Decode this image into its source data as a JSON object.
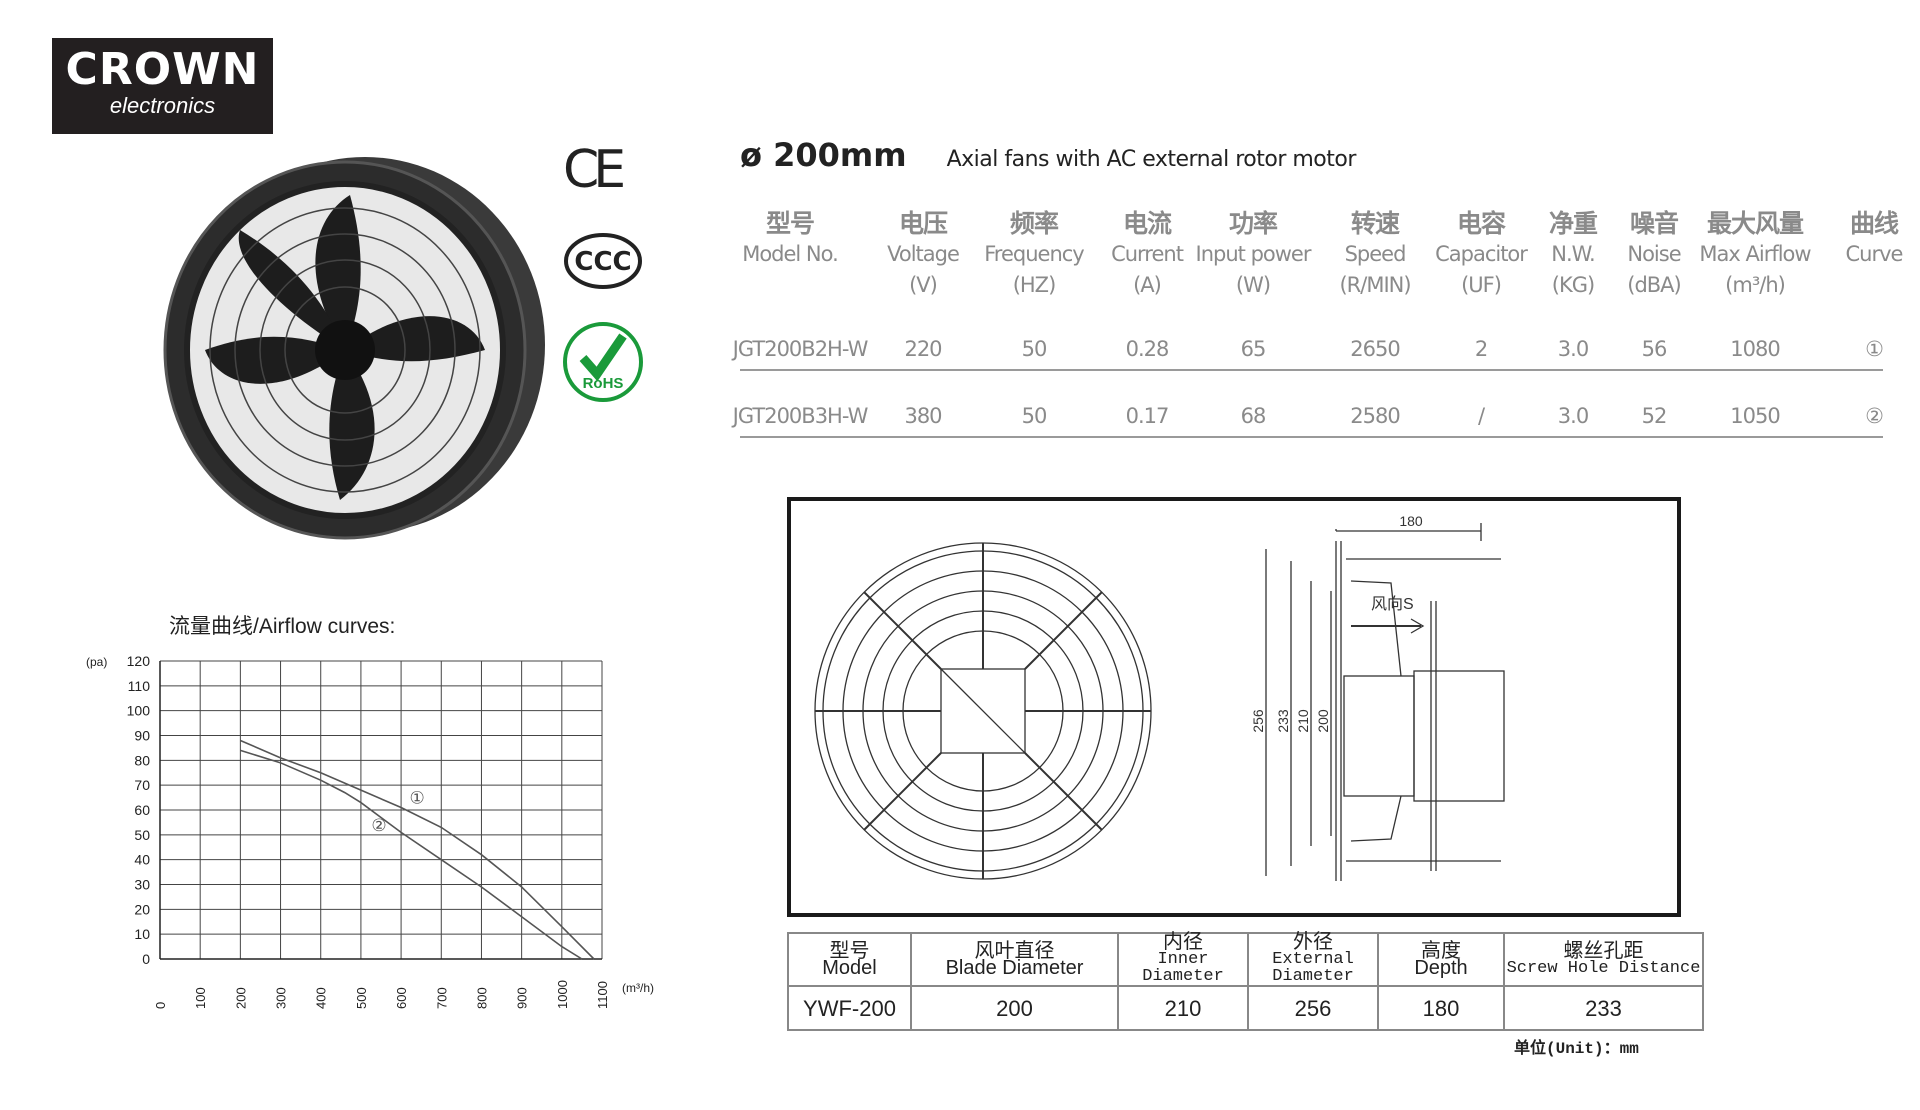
{
  "logo": {
    "brand": "CROWN",
    "sub": "electronics"
  },
  "certifications": [
    "CE",
    "CCC",
    "RoHS"
  ],
  "header": {
    "diameter": "ø 200mm",
    "description": "Axial fans with AC external rotor motor"
  },
  "spec_table": {
    "columns": [
      {
        "cn": "型号",
        "en": "Model No.",
        "unit": ""
      },
      {
        "cn": "电压",
        "en": "Voltage",
        "unit": "(V)"
      },
      {
        "cn": "频率",
        "en": "Frequency",
        "unit": "(HZ)"
      },
      {
        "cn": "电流",
        "en": "Current",
        "unit": "(A)"
      },
      {
        "cn": "功率",
        "en": "Input power",
        "unit": "(W)"
      },
      {
        "cn": "转速",
        "en": "Speed",
        "unit": "(R/MIN)"
      },
      {
        "cn": "电容",
        "en": "Capacitor",
        "unit": "(UF)"
      },
      {
        "cn": "净重",
        "en": "N.W.",
        "unit": "(KG)"
      },
      {
        "cn": "噪音",
        "en": "Noise",
        "unit": "(dBA)"
      },
      {
        "cn": "最大风量",
        "en": "Max Airflow",
        "unit": "(m³/h)"
      },
      {
        "cn": "曲线",
        "en": "Curve",
        "unit": ""
      }
    ],
    "rows": [
      [
        "JGT200B2H-W",
        "220",
        "50",
        "0.28",
        "65",
        "2650",
        "2",
        "3.0",
        "56",
        "1080",
        "①"
      ],
      [
        "JGT200B3H-W",
        "380",
        "50",
        "0.17",
        "68",
        "2580",
        "/",
        "3.0",
        "52",
        "1050",
        "②"
      ]
    ]
  },
  "chart_data": {
    "type": "line",
    "title": "流量曲线/Airflow curves:",
    "xlabel": "(m³/h)",
    "ylabel": "(pa)",
    "xlim": [
      0,
      1100
    ],
    "ylim": [
      0,
      120
    ],
    "xticks": [
      "0",
      "100",
      "200",
      "300",
      "400",
      "500",
      "600",
      "700",
      "800",
      "900",
      "1000",
      "1100"
    ],
    "yticks": [
      "0",
      "10",
      "20",
      "30",
      "40",
      "50",
      "60",
      "70",
      "80",
      "90",
      "100",
      "110",
      "120"
    ],
    "grid": true,
    "series": [
      {
        "name": "①",
        "x": [
          200,
          300,
          400,
          500,
          600,
          700,
          800,
          900,
          1000,
          1080
        ],
        "y": [
          88,
          81,
          75,
          68,
          61,
          53,
          42,
          29,
          13,
          0
        ],
        "label_at": [
          640,
          65
        ]
      },
      {
        "name": "②",
        "x": [
          200,
          300,
          400,
          460,
          500,
          600,
          700,
          800,
          900,
          1000,
          1050
        ],
        "y": [
          84,
          79,
          72,
          67,
          63,
          51,
          40,
          29,
          17,
          5,
          0
        ],
        "label_at": [
          545,
          54
        ]
      }
    ]
  },
  "drawing": {
    "depth": "180",
    "outer": "256",
    "screw": "233",
    "inner": "210",
    "blade": "200",
    "airflow": "风向S"
  },
  "dimension_table": {
    "headers": [
      {
        "cn": "型号",
        "en": "Model"
      },
      {
        "cn": "风叶直径",
        "en": "Blade Diameter"
      },
      {
        "cn": "内径",
        "en": "Inner Diameter"
      },
      {
        "cn": "外径",
        "en": "External Diameter"
      },
      {
        "cn": "高度",
        "en": "Depth"
      },
      {
        "cn": "螺丝孔距",
        "en": "Screw Hole Distance"
      }
    ],
    "values": [
      "YWF-200",
      "200",
      "210",
      "256",
      "180",
      "233"
    ],
    "unit": "单位(Unit)：mm"
  }
}
